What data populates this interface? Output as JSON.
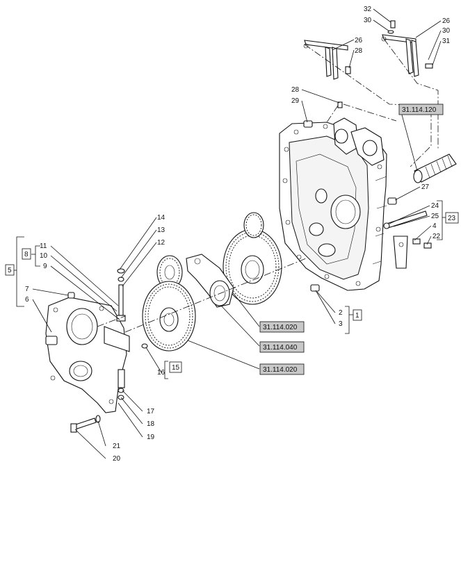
{
  "labels": {
    "n1": "1",
    "n2": "2",
    "n3": "3",
    "n4": "4",
    "n5": "5",
    "n6": "6",
    "n7": "7",
    "n8": "8",
    "n9": "9",
    "n10": "10",
    "n11": "11",
    "n12": "12",
    "n13": "13",
    "n14": "14",
    "n15": "15",
    "n16": "16",
    "n17": "17",
    "n18": "18",
    "n19": "19",
    "n20": "20",
    "n21": "21",
    "n22": "22",
    "n23": "23",
    "n24": "24",
    "n25": "25",
    "n26a": "26",
    "n26b": "26",
    "n27": "27",
    "n28a": "28",
    "n28b": "28",
    "n29": "29",
    "n30a": "30",
    "n30b": "30",
    "n31": "31",
    "n32": "32"
  },
  "references": {
    "ref_top": "31.114.120",
    "ref_gear_upper": "31.114.020",
    "ref_carrier": "31.114.040",
    "ref_gear_lower": "31.114.020"
  }
}
